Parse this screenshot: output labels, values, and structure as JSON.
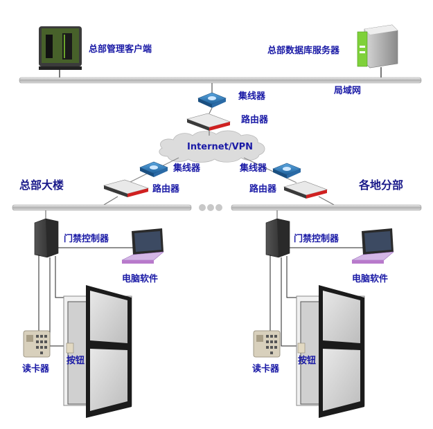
{
  "hq": {
    "client_label": "总部管理客户端",
    "db_label": "总部数据库服务器",
    "lan_label": "局域网"
  },
  "core": {
    "hub_label": "集线器",
    "router_label": "路由器",
    "cloud_label": "Internet/VPN"
  },
  "hq_building": {
    "title": "总部大楼",
    "hub_label": "集线器",
    "router_label": "路由器",
    "controller_label": "门禁控制器",
    "pc_label": "电脑软件",
    "reader_label": "读卡器",
    "button_label": "按钮"
  },
  "branch": {
    "title": "各地分部",
    "hub_label": "集线器",
    "router_label": "路由器",
    "controller_label": "门禁控制器",
    "pc_label": "电脑软件",
    "reader_label": "读卡器",
    "button_label": "按钮"
  },
  "colors": {
    "label": "#1a1aa6",
    "bus": "#b8b8b8",
    "hub_blue": "#2d7fc0",
    "router_red": "#d02020",
    "server_green": "#7fd13a",
    "laptop_purple": "#b87acb"
  },
  "icons": [
    "monitor-icon",
    "server-icon",
    "hub-icon",
    "router-icon",
    "cloud-icon",
    "access-controller-icon",
    "laptop-icon",
    "keypad-icon",
    "door-icon",
    "exit-button-icon"
  ]
}
